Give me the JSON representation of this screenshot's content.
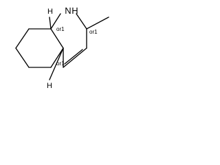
{
  "structure": {
    "heteroatom_label": "N",
    "nh_label": "H",
    "stereo_labels": [
      "or1",
      "or1",
      "or1"
    ],
    "bridgehead_h_labels": [
      "H",
      "H"
    ],
    "methyl": "methyl substituent"
  }
}
